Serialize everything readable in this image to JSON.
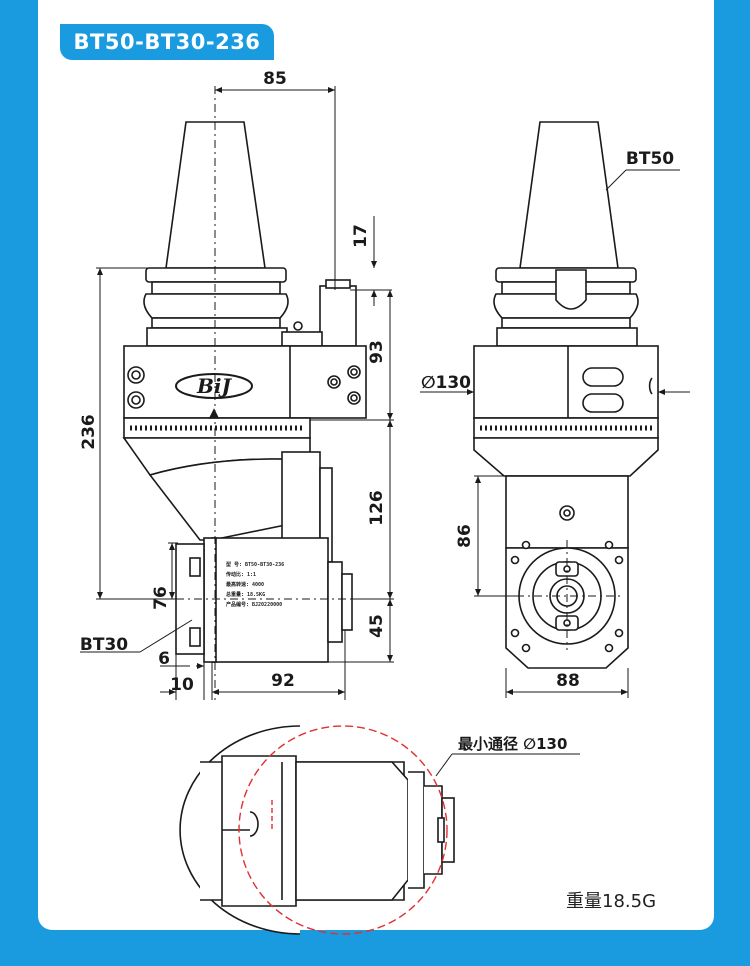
{
  "title": "BT50-BT30-236",
  "colors": {
    "accent": "#1a9be0",
    "line": "#1a1a1a",
    "dash_red": "#e03030"
  },
  "dimensions": {
    "d85": "85",
    "d17": "17",
    "d93": "93",
    "d236": "236",
    "d126": "126",
    "d76": "76",
    "d45": "45",
    "d6": "6",
    "d10": "10",
    "d92": "92",
    "d86": "86",
    "d88": "88",
    "d130": "∅130"
  },
  "labels": {
    "bt50": "BT50",
    "bt30": "BT30",
    "logo": "BiJ",
    "min_clearance": "最小通径 ∅130",
    "weight": "重量18.5G"
  },
  "nameplate": {
    "line1": "型 号: BT50-BT30-236",
    "line2": "传动比:            1:1",
    "line3": "最高转速:          4000",
    "line4": "总重量:           18.5KG",
    "line5": "产品编号:     BJ20220000"
  }
}
